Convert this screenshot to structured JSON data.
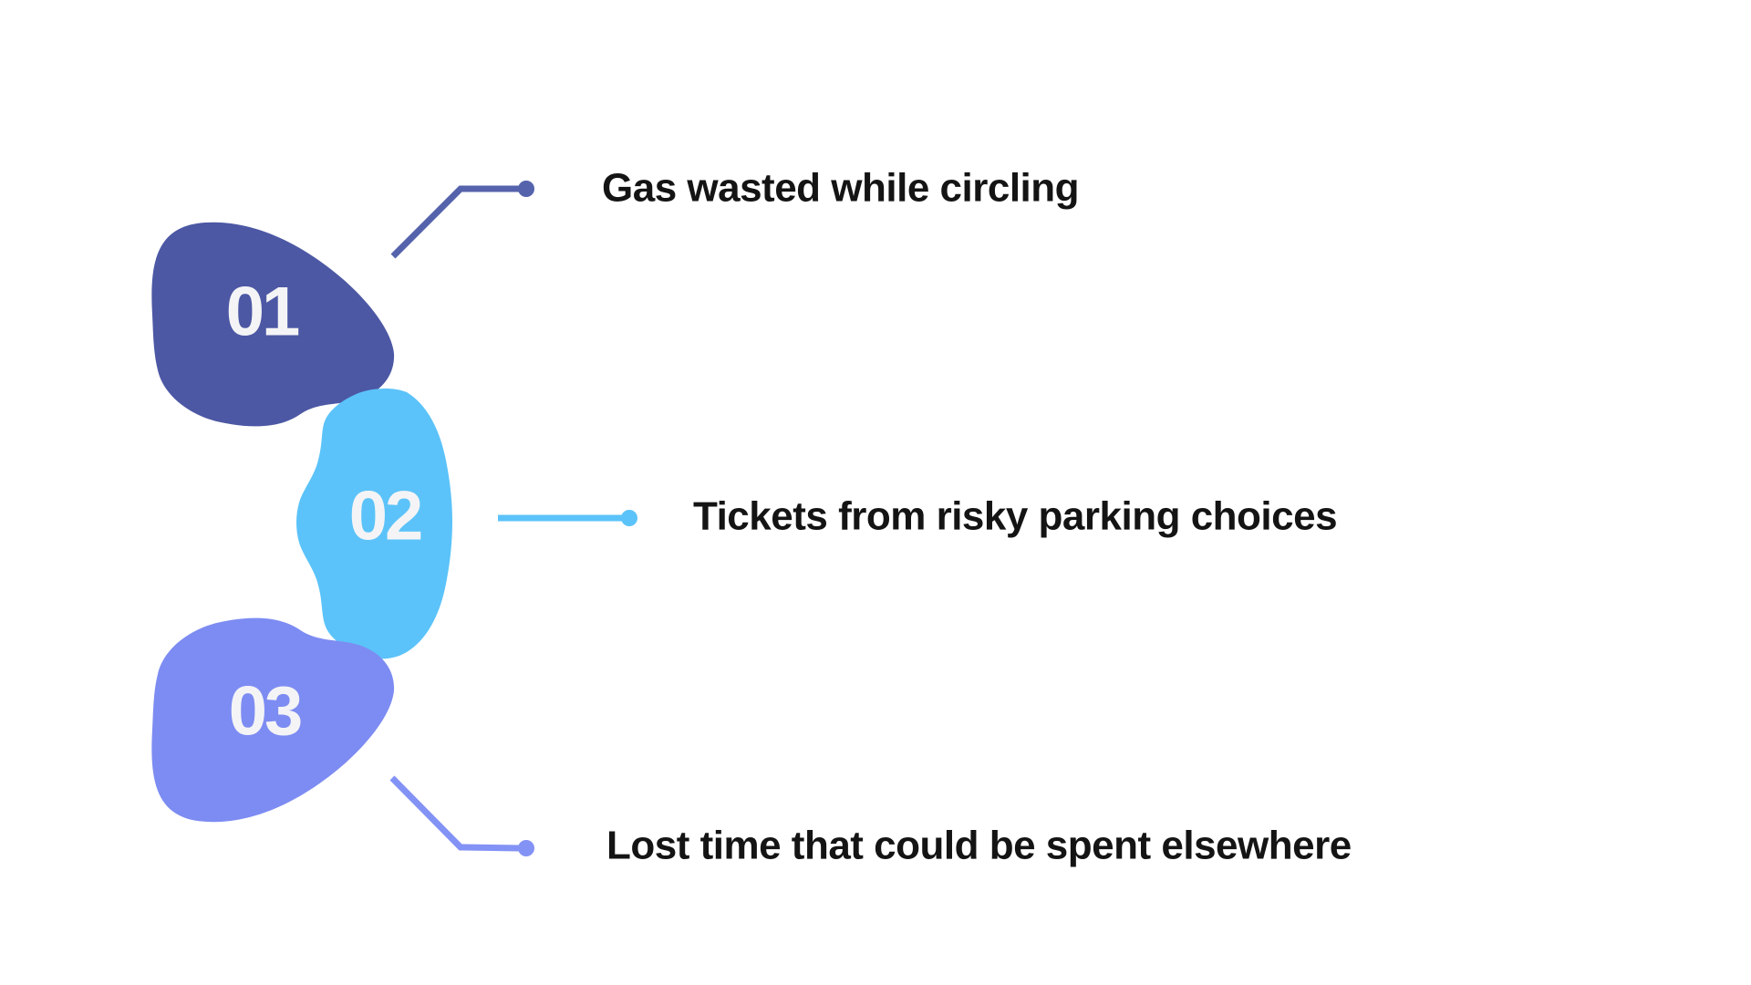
{
  "items": [
    {
      "number": "01",
      "label": "Gas wasted while circling",
      "blob_color": "#4C58A4",
      "connector_color": "#5563AC"
    },
    {
      "number": "02",
      "label": "Tickets from risky parking choices",
      "blob_color": "#5BC3F9",
      "connector_color": "#5BC3F9"
    },
    {
      "number": "03",
      "label": "Lost time that could be spent elsewhere",
      "blob_color": "#7D8CF2",
      "connector_color": "#8392F5"
    }
  ],
  "colors": {
    "background": "#FFFFFF",
    "number_text": "#F4F4F6",
    "label_text": "#141414"
  }
}
